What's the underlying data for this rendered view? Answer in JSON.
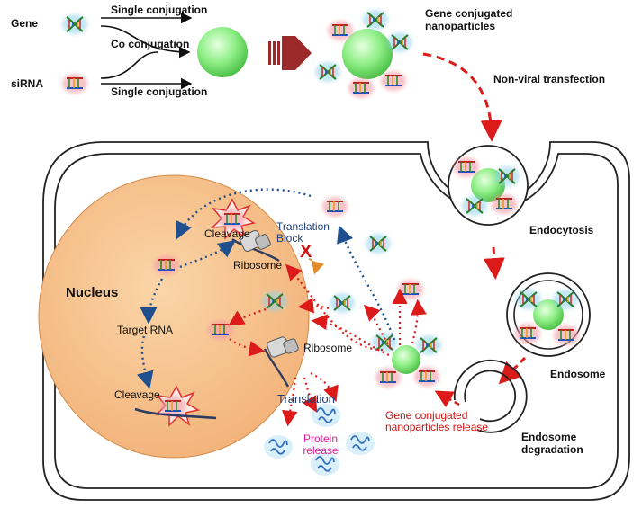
{
  "labels": {
    "gene": "Gene",
    "sirna": "siRNA",
    "single_conjugation_top": "Single conjugation",
    "co_conjugation": "Co conjugation",
    "single_conjugation_bottom": "Single  conjugation",
    "gene_conjugated_np_line1": "Gene conjugated",
    "gene_conjugated_np_line2": "nanoparticles",
    "non_viral_transfection": "Non-viral transfection",
    "endocytosis": "Endocytosis",
    "endosome": "Endosome",
    "endosome_degradation_line1": "Endosome",
    "endosome_degradation_line2": "degradation",
    "release_line1": "Gene conjugated",
    "release_line2": "nanoparticles release",
    "nucleus": "Nucleus",
    "target_rna": "Target RNA",
    "cleavage_top": "Cleavage",
    "cleavage_bottom": "Cleavage",
    "ribosome_top": "Ribosome",
    "ribosome_mid": "Ribosome",
    "translation_block_line1": "Translation",
    "translation_block_line2": "Block",
    "block_mark": "X",
    "translation": "Translation",
    "protein_release_line1": "Protein",
    "protein_release_line2": "release"
  },
  "colors": {
    "nanoparticle": "#8fef86",
    "nucleus": "#f7c48c",
    "big_arrow": "#9c2a2a",
    "red_dashes": "#dd1a1a",
    "blue_dots": "#1f4f8f",
    "protein": "#3a7ac8"
  }
}
